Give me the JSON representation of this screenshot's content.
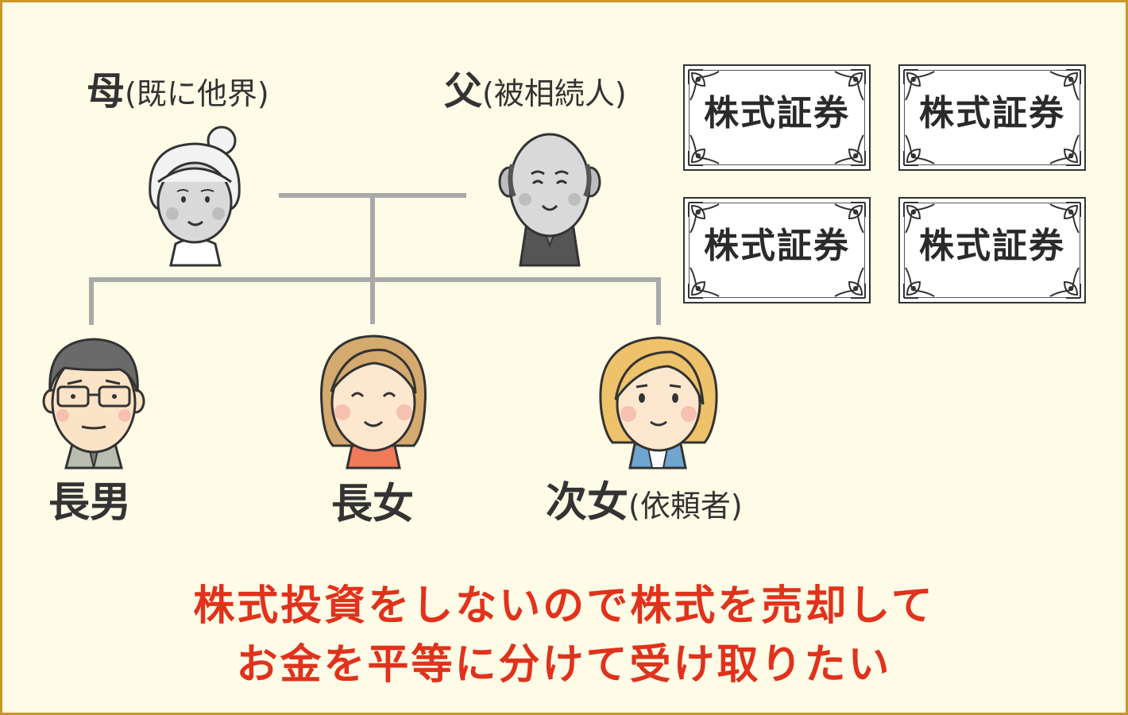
{
  "people": {
    "mother": {
      "name": "母",
      "note": "(既に他界)"
    },
    "father": {
      "name": "父",
      "note": "(被相続人)"
    },
    "eldest_son": {
      "name": "長男"
    },
    "eldest_daughter": {
      "name": "長女"
    },
    "second_daughter": {
      "name": "次女",
      "note": "(依頼者)"
    }
  },
  "certificates": [
    {
      "label": "株式証券"
    },
    {
      "label": "株式証券"
    },
    {
      "label": "株式証券"
    },
    {
      "label": "株式証券"
    }
  ],
  "caption": {
    "line1": "株式投資をしないので株式を売却して",
    "line2": "お金を平等に分けて受け取りたい"
  },
  "colors": {
    "background": "#fefbe6",
    "border": "#c9982a",
    "connector": "#a9a9a9",
    "caption": "#e0321c"
  }
}
